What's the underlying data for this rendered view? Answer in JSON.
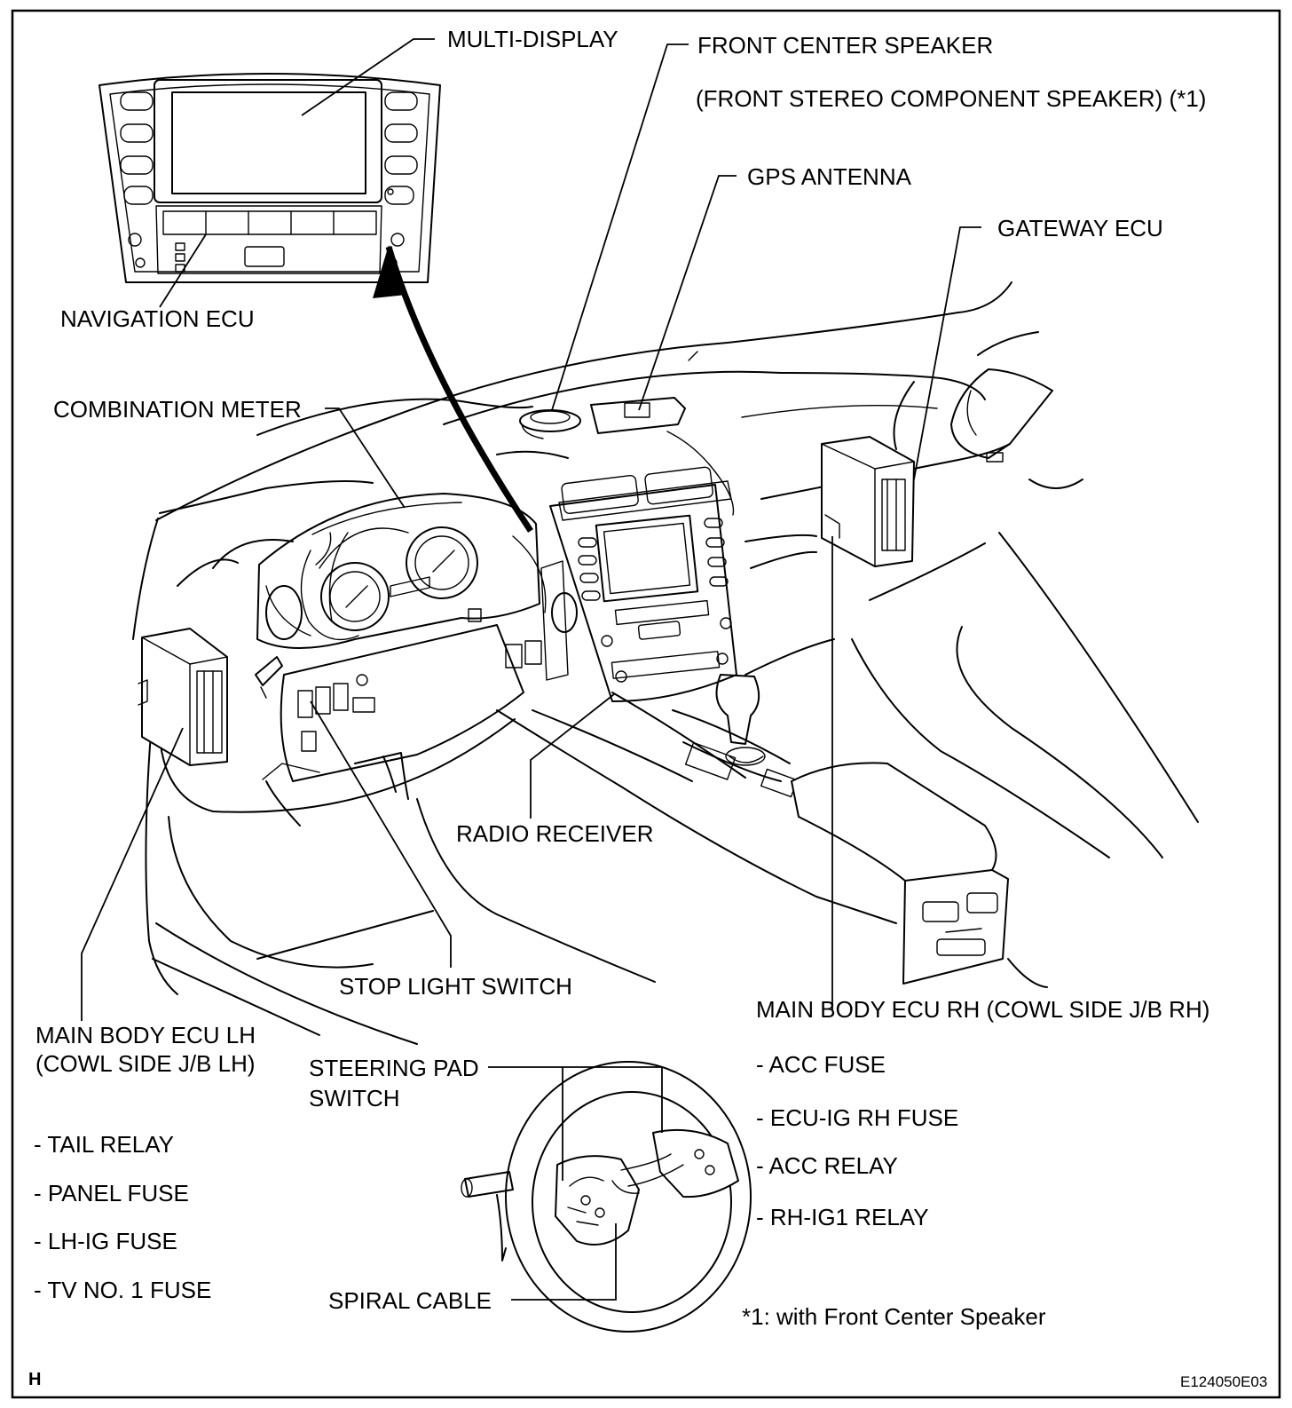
{
  "labels": {
    "multi_display": "MULTI-DISPLAY",
    "front_center_speaker": "FRONT CENTER SPEAKER",
    "front_stereo_component": "(FRONT STEREO COMPONENT SPEAKER) (*1)",
    "gps_antenna": "GPS ANTENNA",
    "gateway_ecu": "GATEWAY ECU",
    "navigation_ecu": "NAVIGATION ECU",
    "combination_meter": "COMBINATION METER",
    "radio_receiver": "RADIO RECEIVER",
    "stop_light_switch": "STOP LIGHT SWITCH",
    "main_body_ecu_rh": "MAIN BODY ECU RH (COWL SIDE J/B RH)",
    "main_body_ecu_lh_line1": "MAIN BODY ECU LH",
    "main_body_ecu_lh_line2": "(COWL SIDE J/B LH)",
    "steering_pad_switch_line1": "STEERING PAD",
    "steering_pad_switch_line2": "SWITCH",
    "spiral_cable": "SPIRAL CABLE"
  },
  "lh_items": [
    "- TAIL RELAY",
    "- PANEL FUSE",
    "- LH-IG FUSE",
    "- TV NO. 1 FUSE"
  ],
  "rh_items": [
    "- ACC FUSE",
    "- ECU-IG RH FUSE",
    "- ACC RELAY",
    "- RH-IG1 RELAY"
  ],
  "footnote": "*1: with Front Center Speaker",
  "corner_letter": "H",
  "figure_code": "E124050E03"
}
